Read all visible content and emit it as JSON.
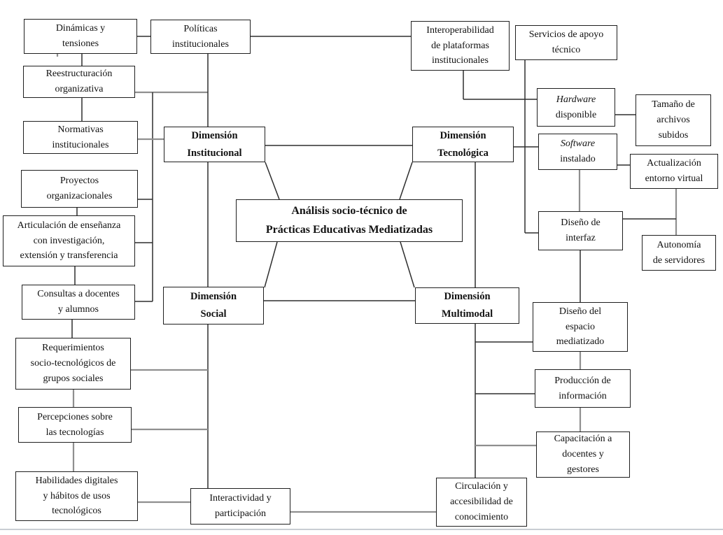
{
  "diagram_title": "Análisis socio-técnico de Prácticas Educativas Mediatizadas",
  "colors": {
    "background": "#ffffff",
    "box_border": "#1f1f1f",
    "connector_dark": "#2e2e2e",
    "connector_light": "#8f8f8f",
    "footer_rule": "#c9ced3",
    "text": "#111111"
  },
  "nodes": {
    "central": {
      "label": "Análisis socio-técnico de\nPrácticas Educativas Mediatizadas"
    },
    "dim_institucional": {
      "label": "Dimensión\nInstitucional"
    },
    "dim_tecnologica": {
      "label": "Dimensión\nTecnológica"
    },
    "dim_social": {
      "label": "Dimensión\nSocial"
    },
    "dim_multimodal": {
      "label": "Dimensión\nMultimodal"
    },
    "dinamicas": {
      "label": "Dinámicas y\ntensiones"
    },
    "politicas": {
      "label": "Políticas\ninstitucionales"
    },
    "interoperabilidad": {
      "label": "Interoperabilidad\nde plataformas\ninstitucionales"
    },
    "servicios": {
      "label": "Servicios de apoyo\ntécnico"
    },
    "reestructuracion": {
      "label": "Reestructuración\norganizativa"
    },
    "hardware": {
      "line1": "Hardware",
      "line2": "disponible"
    },
    "tamano": {
      "label": "Tamaño de\narchivos\nsubidos"
    },
    "normativas": {
      "label": "Normativas\ninstitucionales"
    },
    "software": {
      "line1": "Software",
      "line2": "instalado"
    },
    "actualizacion": {
      "label": "Actualización\nentorno virtual"
    },
    "proyectos": {
      "label": "Proyectos\norganizacionales"
    },
    "articulacion": {
      "label": "Articulación de enseñanza\ncon investigación,\nextensión y transferencia"
    },
    "diseno_interfaz": {
      "label": "Diseño de\ninterfaz"
    },
    "autonomia": {
      "label": "Autonomía\nde servidores"
    },
    "consultas": {
      "label": "Consultas a docentes\ny alumnos"
    },
    "diseno_espacio": {
      "label": "Diseño del\nespacio\nmediatizado"
    },
    "requerimientos": {
      "label": "Requerimientos\nsocio-tecnológicos de\ngrupos sociales"
    },
    "produccion": {
      "label": "Producción de\ninformación"
    },
    "percepciones": {
      "label": "Percepciones sobre\nlas tecnologías"
    },
    "capacitacion": {
      "label": "Capacitación a\ndocentes y\ngestores"
    },
    "habilidades": {
      "label": "Habilidades digitales\ny hábitos de usos\ntecnológicos"
    },
    "interactividad": {
      "label": "Interactividad y\nparticipación"
    },
    "circulacion": {
      "label": "Circulación y\naccesibilidad de\nconocimiento"
    }
  },
  "edges": [
    {
      "from": "dinamicas",
      "to": "politicas"
    },
    {
      "from": "dinamicas",
      "to": "reestructuracion"
    },
    {
      "from": "politicas",
      "to": "interoperabilidad"
    },
    {
      "from": "politicas",
      "to": "dim_institucional"
    },
    {
      "from": "reestructuracion",
      "to": "normativas"
    },
    {
      "from": "reestructuracion",
      "to": "dim_institucional"
    },
    {
      "from": "normativas",
      "to": "dim_institucional"
    },
    {
      "from": "proyectos",
      "to": "dim_institucional"
    },
    {
      "from": "proyectos",
      "to": "articulacion"
    },
    {
      "from": "articulacion",
      "to": "dim_institucional"
    },
    {
      "from": "articulacion",
      "to": "consultas"
    },
    {
      "from": "consultas",
      "to": "dim_institucional"
    },
    {
      "from": "consultas",
      "to": "requerimientos"
    },
    {
      "from": "dim_institucional",
      "to": "dim_tecnologica"
    },
    {
      "from": "dim_institucional",
      "to": "dim_social"
    },
    {
      "from": "dim_tecnologica",
      "to": "dim_multimodal"
    },
    {
      "from": "dim_social",
      "to": "dim_multimodal"
    },
    {
      "from": "central",
      "to": "dim_institucional"
    },
    {
      "from": "central",
      "to": "dim_tecnologica"
    },
    {
      "from": "central",
      "to": "dim_social"
    },
    {
      "from": "central",
      "to": "dim_multimodal"
    },
    {
      "from": "interoperabilidad",
      "to": "hardware"
    },
    {
      "from": "servicios",
      "to": "diseno_interfaz"
    },
    {
      "from": "dim_tecnologica",
      "to": "software"
    },
    {
      "from": "hardware",
      "to": "tamano"
    },
    {
      "from": "software",
      "to": "actualizacion"
    },
    {
      "from": "software",
      "to": "diseno_interfaz"
    },
    {
      "from": "actualizacion",
      "to": "autonomia"
    },
    {
      "from": "diseno_interfaz",
      "to": "autonomia"
    },
    {
      "from": "diseno_interfaz",
      "to": "diseno_espacio"
    },
    {
      "from": "dim_multimodal",
      "to": "diseno_espacio"
    },
    {
      "from": "dim_multimodal",
      "to": "produccion"
    },
    {
      "from": "dim_multimodal",
      "to": "capacitacion"
    },
    {
      "from": "dim_multimodal",
      "to": "circulacion"
    },
    {
      "from": "diseno_espacio",
      "to": "produccion"
    },
    {
      "from": "produccion",
      "to": "capacitacion"
    },
    {
      "from": "dim_social",
      "to": "requerimientos"
    },
    {
      "from": "dim_social",
      "to": "percepciones"
    },
    {
      "from": "dim_social",
      "to": "interactividad"
    },
    {
      "from": "requerimientos",
      "to": "percepciones"
    },
    {
      "from": "percepciones",
      "to": "habilidades"
    },
    {
      "from": "habilidades",
      "to": "interactividad"
    },
    {
      "from": "interactividad",
      "to": "circulacion"
    }
  ]
}
